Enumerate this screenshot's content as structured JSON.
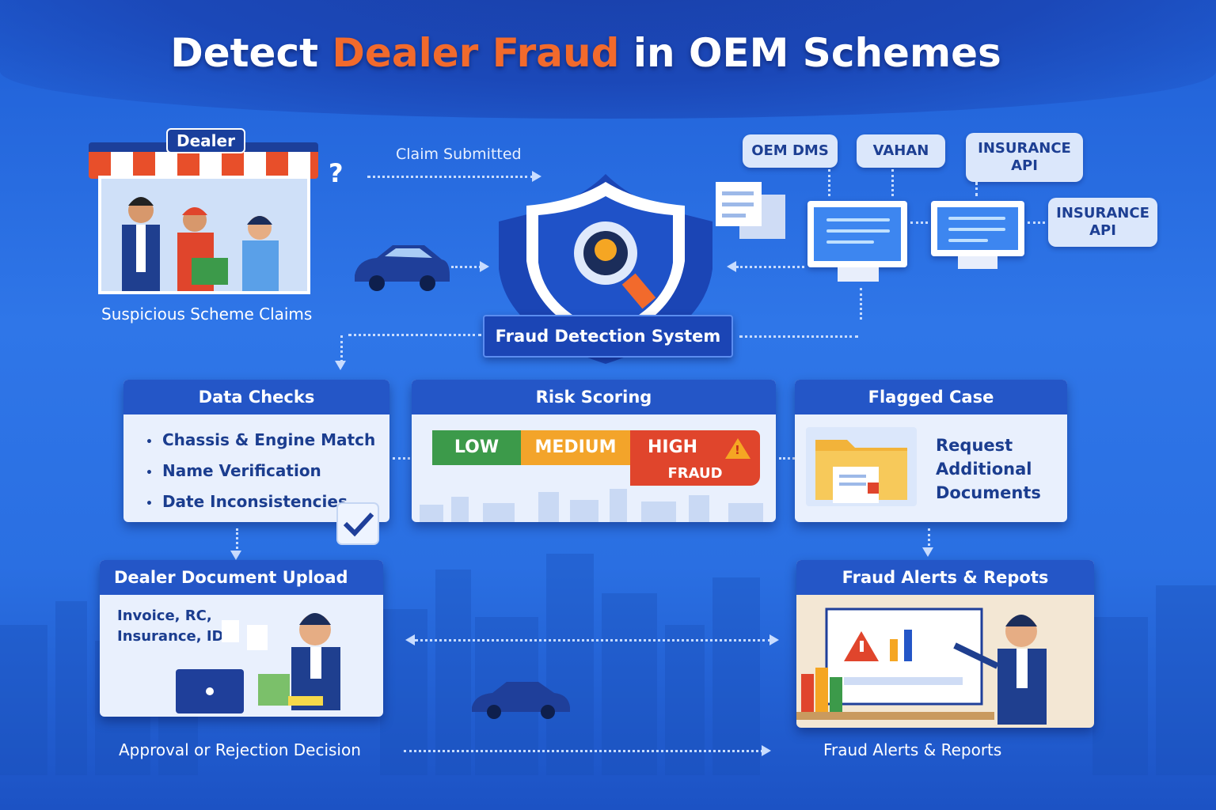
{
  "title": {
    "part1": "Detect ",
    "highlight": "Dealer Fraud",
    "part2": " in OEM Schemes"
  },
  "dealer": {
    "tag": "Dealer",
    "question": "?",
    "caption": "Suspicious Scheme Claims"
  },
  "flow": {
    "claim_submitted": "Claim Submitted"
  },
  "system": {
    "label": "Fraud Detection System"
  },
  "sources": [
    {
      "label": "OEM DMS"
    },
    {
      "label": "VAHAN"
    },
    {
      "label": "INSURANCE API"
    },
    {
      "label": "INSURANCE API"
    }
  ],
  "data_checks": {
    "title": "Data Checks",
    "items": [
      "Chassis & Engine Match",
      "Name Verification",
      "Date Inconsistencies"
    ]
  },
  "risk_scoring": {
    "title": "Risk Scoring",
    "levels": [
      "LOW",
      "MEDIUM",
      "HIGH"
    ],
    "fraud_label": "FRAUD"
  },
  "flagged_case": {
    "title": "Flagged Case",
    "action": "Request Additional Documents"
  },
  "upload": {
    "title": "Dealer Document Upload",
    "docs_line1": "Invoice, RC,",
    "docs_line2": "Insurance, ID"
  },
  "alerts": {
    "title": "Fraud Alerts & Repots"
  },
  "bottom": {
    "decision": "Approval or Rejection Decision",
    "reports": "Fraud Alerts & Reports"
  },
  "colors": {
    "accent": "#f26a2c",
    "low": "#3c9a4a",
    "medium": "#f3a42a",
    "high": "#e0452c",
    "card_header": "#2456c7"
  }
}
